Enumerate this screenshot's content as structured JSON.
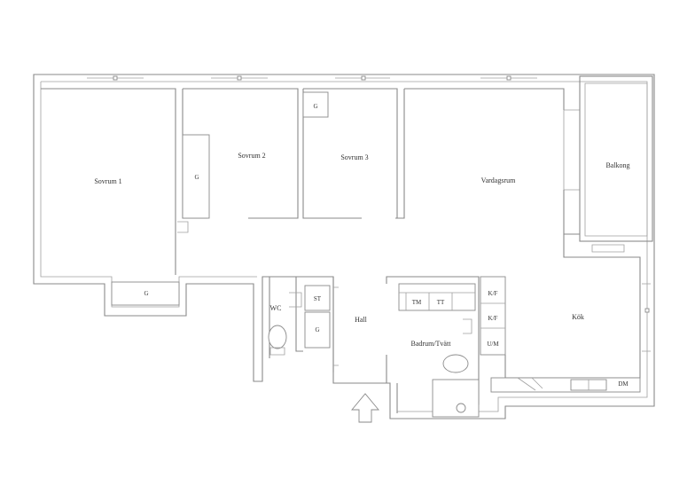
{
  "rooms": {
    "sovrum1": "Sovrum 1",
    "sovrum2": "Sovrum 2",
    "sovrum3": "Sovrum 3",
    "vardagsrum": "Vardagsrum",
    "balkong": "Balkong",
    "kok": "Kök",
    "hall": "Hall",
    "wc": "WC",
    "badrum": "Badrum/Tvätt"
  },
  "fixtures": {
    "g_sovrum1": "G",
    "g_sovrum2": "G",
    "g_sovrum3": "G",
    "g_hall": "G",
    "st": "ST",
    "tm": "TM",
    "tt": "TT",
    "kf1": "K/F",
    "kf2": "K/F",
    "um": "U/M",
    "dm": "DM"
  }
}
